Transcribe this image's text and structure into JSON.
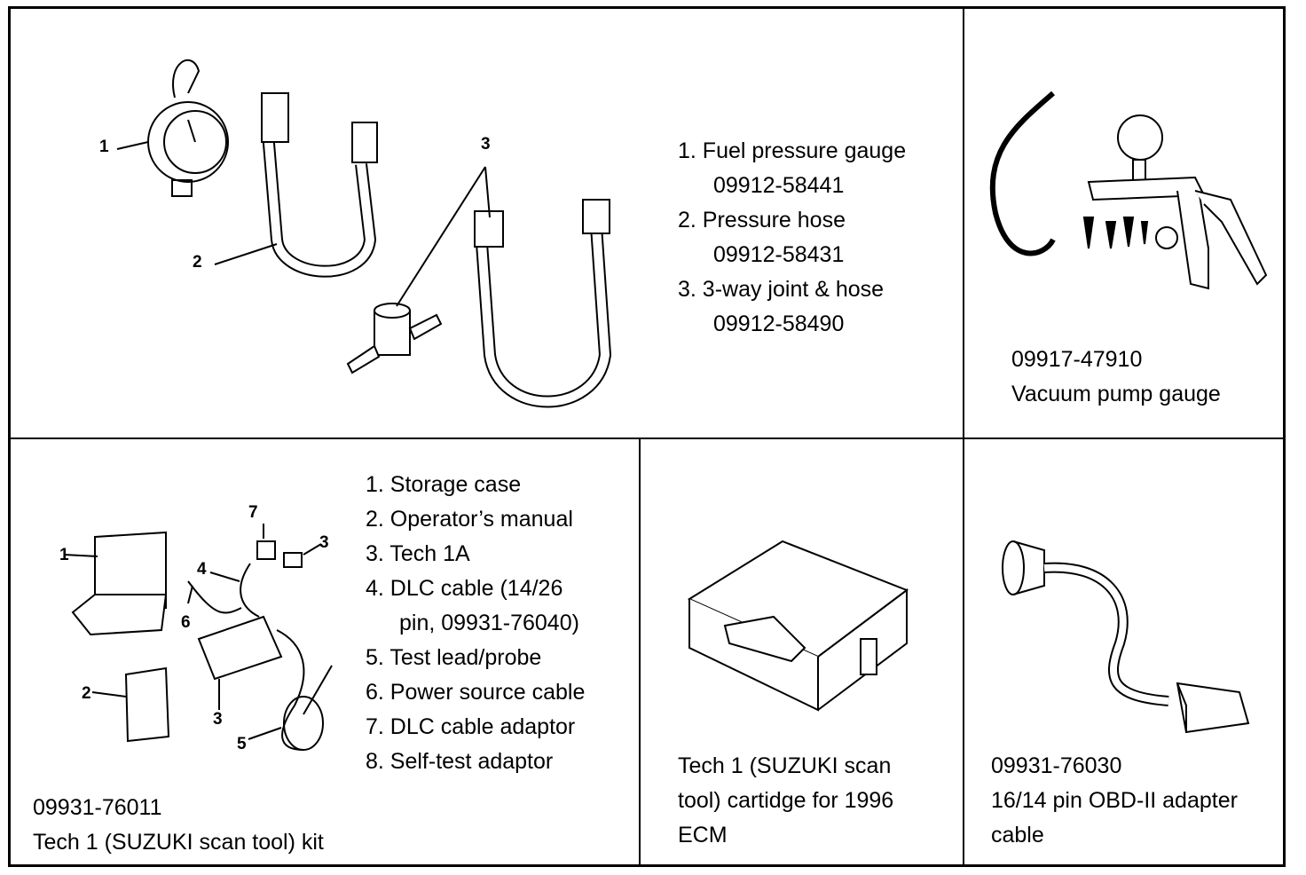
{
  "fuel_kit": {
    "items": [
      {
        "label": "1. Fuel pressure gauge",
        "part": "09912-58441"
      },
      {
        "label": "2. Pressure hose",
        "part": "09912-58431"
      },
      {
        "label": "3. 3-way joint & hose",
        "part": "09912-58490"
      }
    ],
    "callouts": [
      "1",
      "2",
      "3"
    ]
  },
  "vacuum_pump": {
    "part": "09917-47910",
    "name": "Vacuum pump gauge"
  },
  "tech1_kit": {
    "items": [
      "1. Storage case",
      "2. Operator’s manual",
      "3. Tech 1A",
      "4. DLC cable (14/26",
      "pin, 09931-76040)",
      "5. Test lead/probe",
      "6. Power source cable",
      "7. DLC cable adaptor",
      "8. Self-test adaptor"
    ],
    "part": "09931-76011",
    "name": "Tech 1 (SUZUKI scan tool) kit",
    "callouts": [
      "1",
      "2",
      "3",
      "4",
      "5",
      "6",
      "7",
      "3"
    ]
  },
  "cartridge": {
    "lines": [
      "Tech 1 (SUZUKI scan",
      "tool) cartidge for 1996",
      "ECM"
    ]
  },
  "obd_adapter": {
    "part": "09931-76030",
    "lines": [
      "16/14 pin OBD-II adapter",
      "cable"
    ]
  }
}
